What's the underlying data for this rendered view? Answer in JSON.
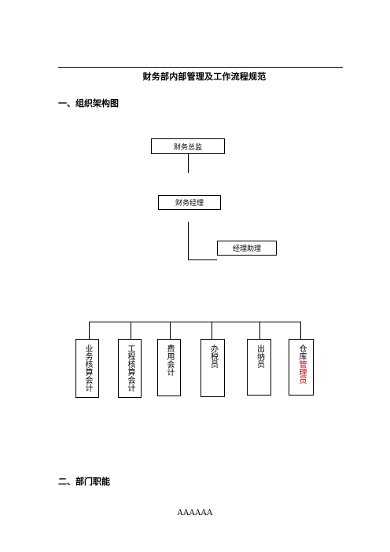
{
  "document": {
    "title": "财务部内部管理及工作流程规范",
    "section1": "一、组织架构图",
    "section2": "二、部门职能",
    "footer": "AAAAAA"
  },
  "org_chart": {
    "top": "财务总监",
    "manager": "财务经理",
    "assistant": "经理助理",
    "departments": [
      {
        "label": "业务核算会计"
      },
      {
        "label": "工程核算会计"
      },
      {
        "label": "费用会计"
      },
      {
        "label": "办税员"
      },
      {
        "label": "出纳员"
      },
      {
        "label_prefix": "仓库",
        "label_highlight": "管理员",
        "highlight_color": "#d40000"
      }
    ]
  }
}
